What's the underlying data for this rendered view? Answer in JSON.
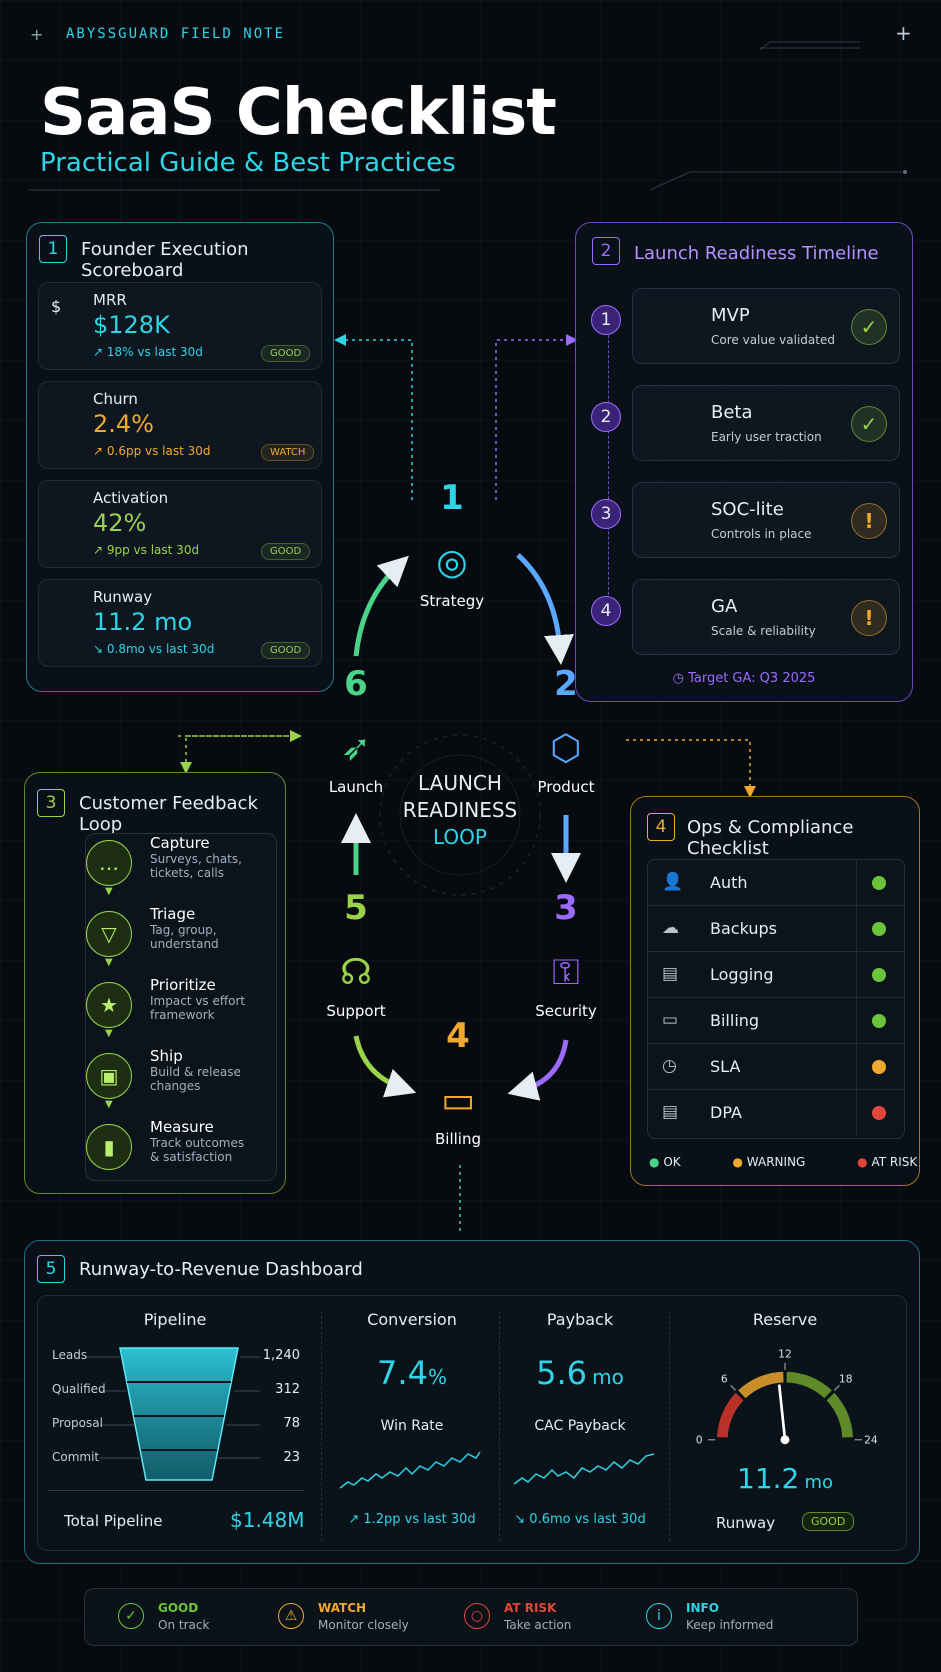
{
  "header": {
    "brand": "ABYSSGUARD FIELD NOTE",
    "title": "SaaS Checklist",
    "subtitle": "Practical Guide & Best Practices"
  },
  "colors": {
    "cyan": "#2fd4e6",
    "purple": "#9b6bff",
    "lime": "#9ad34a",
    "amber": "#f0a92e",
    "green": "#4ad48a",
    "red": "#e0473a",
    "blue": "#5aa8ff"
  },
  "scoreboard": {
    "num": "1",
    "title": "Founder Execution Scoreboard",
    "metrics": [
      {
        "label": "MRR",
        "value": "$128K",
        "delta": "↗ 18% vs last 30d",
        "badge": "GOOD",
        "icon": "dollar-icon"
      },
      {
        "label": "Churn",
        "value": "2.4%",
        "delta": "↗ 0.6pp vs last 30d",
        "badge": "WATCH",
        "icon": "pie-chart-icon"
      },
      {
        "label": "Activation",
        "value": "42%",
        "delta": "↗ 9pp vs last 30d",
        "badge": "GOOD",
        "icon": "bolt-icon"
      },
      {
        "label": "Runway",
        "value": "11.2 mo",
        "delta": "↘ 0.8mo vs last 30d",
        "badge": "GOOD",
        "icon": "hourglass-icon"
      }
    ]
  },
  "timeline": {
    "num": "2",
    "title": "Launch Readiness Timeline",
    "items": [
      {
        "num": "1",
        "title": "MVP",
        "desc": "Core value validated",
        "status": "✓"
      },
      {
        "num": "2",
        "title": "Beta",
        "desc": "Early user traction",
        "status": "✓"
      },
      {
        "num": "3",
        "title": "SOC-lite",
        "desc": "Controls in place",
        "status": "!"
      },
      {
        "num": "4",
        "title": "GA",
        "desc": "Scale & reliability",
        "status": "!"
      }
    ],
    "target": "Target GA: Q3 2025"
  },
  "loop": {
    "center1": "LAUNCH",
    "center2": "READINESS",
    "center3": "LOOP",
    "nodes": [
      {
        "num": "1",
        "label": "Strategy"
      },
      {
        "num": "2",
        "label": "Product"
      },
      {
        "num": "3",
        "label": "Security"
      },
      {
        "num": "4",
        "label": "Billing"
      },
      {
        "num": "5",
        "label": "Support"
      },
      {
        "num": "6",
        "label": "Launch"
      }
    ]
  },
  "feedback": {
    "num": "3",
    "title": "Customer Feedback Loop",
    "steps": [
      {
        "title": "Capture",
        "desc1": "Surveys, chats,",
        "desc2": "tickets, calls"
      },
      {
        "title": "Triage",
        "desc1": "Tag, group,",
        "desc2": "understand"
      },
      {
        "title": "Prioritize",
        "desc1": "Impact vs effort",
        "desc2": "framework"
      },
      {
        "title": "Ship",
        "desc1": "Build & release",
        "desc2": "changes"
      },
      {
        "title": "Measure",
        "desc1": "Track outcomes",
        "desc2": "& satisfaction"
      }
    ]
  },
  "ops": {
    "num": "4",
    "title": "Ops & Compliance Checklist",
    "items": [
      {
        "label": "Auth",
        "status": "ok"
      },
      {
        "label": "Backups",
        "status": "ok"
      },
      {
        "label": "Logging",
        "status": "ok"
      },
      {
        "label": "Billing",
        "status": "ok"
      },
      {
        "label": "SLA",
        "status": "warning"
      },
      {
        "label": "DPA",
        "status": "risk"
      }
    ],
    "legend": {
      "ok": "OK",
      "warning": "WARNING",
      "risk": "AT RISK"
    }
  },
  "dashboard": {
    "num": "5",
    "title": "Runway-to-Revenue Dashboard",
    "pipeline": {
      "title": "Pipeline",
      "stages": [
        {
          "label": "Leads",
          "value": "1,240"
        },
        {
          "label": "Qualified",
          "value": "312"
        },
        {
          "label": "Proposal",
          "value": "78"
        },
        {
          "label": "Commit",
          "value": "23"
        }
      ],
      "total_label": "Total Pipeline",
      "total_value": "$1.48M"
    },
    "conversion": {
      "title": "Conversion",
      "value": "7.4",
      "unit": "%",
      "sub": "Win Rate",
      "delta": "↗ 1.2pp vs last 30d"
    },
    "payback": {
      "title": "Payback",
      "value": "5.6",
      "unit": "mo",
      "sub": "CAC Payback",
      "delta": "↘ 0.6mo vs last 30d"
    },
    "reserve": {
      "title": "Reserve",
      "ticks": [
        "0",
        "6",
        "12",
        "18",
        "24"
      ],
      "value": "11.2",
      "unit": "mo",
      "label": "Runway",
      "badge": "GOOD",
      "gauge_value": 11.2,
      "gauge_max": 24
    }
  },
  "legend": [
    {
      "title": "GOOD",
      "desc": "On track"
    },
    {
      "title": "WATCH",
      "desc": "Monitor closely"
    },
    {
      "title": "AT RISK",
      "desc": "Take action"
    },
    {
      "title": "INFO",
      "desc": "Keep informed"
    }
  ]
}
